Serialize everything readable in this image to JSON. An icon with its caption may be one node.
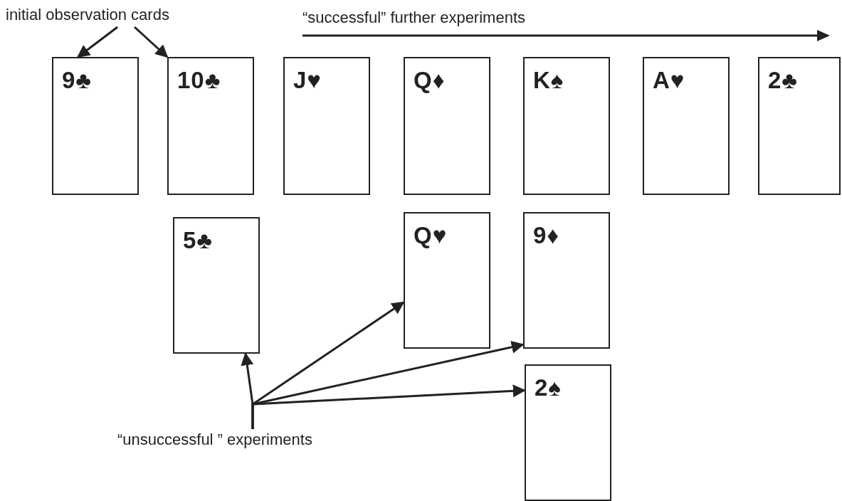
{
  "diagram": {
    "nodes": [
      {
        "text": [
          "initial observation cards"
        ]
      },
      {
        "text": [
          "9♣"
        ]
      },
      {
        "text": [
          "10♣"
        ]
      },
      {
        "text": [
          "J♥"
        ]
      },
      {
        "text": [
          "Q♦"
        ]
      },
      {
        "text": [
          "K♠"
        ]
      },
      {
        "text": [
          "A♥"
        ]
      },
      {
        "text": [
          "2♣"
        ]
      },
      {
        "text": [
          "5♣"
        ]
      },
      {
        "text": [
          "Q♥"
        ]
      },
      {
        "text": [
          "9♦"
        ]
      },
      {
        "text": [
          "2♠"
        ]
      },
      {
        "text": [
          "“unsuccessful ” experiments"
        ]
      }
    ],
    "edges": [
      {
        "from": 0,
        "to": 1,
        "arrow": "to"
      },
      {
        "from": 0,
        "to": 2,
        "arrow": "to"
      },
      {
        "from": 12,
        "to": 8,
        "arrow": "to"
      },
      {
        "from": 12,
        "to": 9,
        "arrow": "to"
      },
      {
        "from": 12,
        "to": 10,
        "arrow": "to"
      },
      {
        "from": 12,
        "to": 11,
        "arrow": "to"
      }
    ],
    "labels": [
      "“successful” further experiments"
    ]
  }
}
